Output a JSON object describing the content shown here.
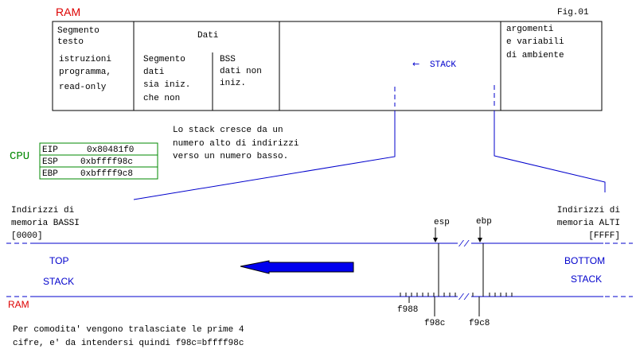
{
  "figure_label": "Fig.01",
  "ram_label_top": "RAM",
  "ram_label_bottom": "RAM",
  "memory_map": {
    "text_segment": {
      "title_line1": "Segmento",
      "title_line2": "testo",
      "desc_line1": "istruzioni",
      "desc_line2": "programma,",
      "desc_line3": "read-only"
    },
    "data_header": "Dati",
    "data_segment": {
      "line1": "Segmento",
      "line2": "dati",
      "line3": "sia iniz.",
      "line4": "che non"
    },
    "bss_segment": {
      "line1": "BSS",
      "line2": "dati non",
      "line3": "iniz."
    },
    "stack_arrow": "←",
    "stack_label": "STACK",
    "args_segment": {
      "line1": "argomenti",
      "line2": "e variabili",
      "line3": "di ambiente"
    }
  },
  "growth_note": {
    "line1": "Lo stack cresce da un",
    "line2": "numero alto di indirizzi",
    "line3": "verso un numero basso."
  },
  "cpu": {
    "label": "CPU",
    "colors": {
      "label": "#008800",
      "border": "#008800"
    },
    "registers": [
      {
        "name": "EIP",
        "value": "0x80481f0"
      },
      {
        "name": "ESP",
        "value": "0xbffff98c"
      },
      {
        "name": "EBP",
        "value": "0xbffff9c8"
      }
    ]
  },
  "low_addresses": {
    "line1": "Indirizzi di",
    "line2": "memoria BASSI",
    "line3": "[0000]"
  },
  "high_addresses": {
    "line1": "Indirizzi di",
    "line2": "memoria ALTI",
    "line3": "[FFFF]"
  },
  "stack_strip": {
    "top_label_line1": "TOP",
    "top_label_line2": "STACK",
    "bottom_label_line1": "BOTTOM",
    "bottom_label_line2": "STACK",
    "break_mark": "//",
    "esp_label": "esp",
    "ebp_label": "ebp",
    "addr_f988": "f988",
    "addr_f98c": "f98c",
    "addr_f9c8": "f9c8"
  },
  "footnote": {
    "line1": "Per comodita' vengono tralasciate le prime 4",
    "line2": "cifre, e' da intendersi quindi f98c=bffff98c"
  },
  "colors": {
    "red": "#dd0000",
    "blue": "#0000cc",
    "green": "#008800",
    "black": "#000000",
    "arrow_fill": "#0000ee"
  }
}
